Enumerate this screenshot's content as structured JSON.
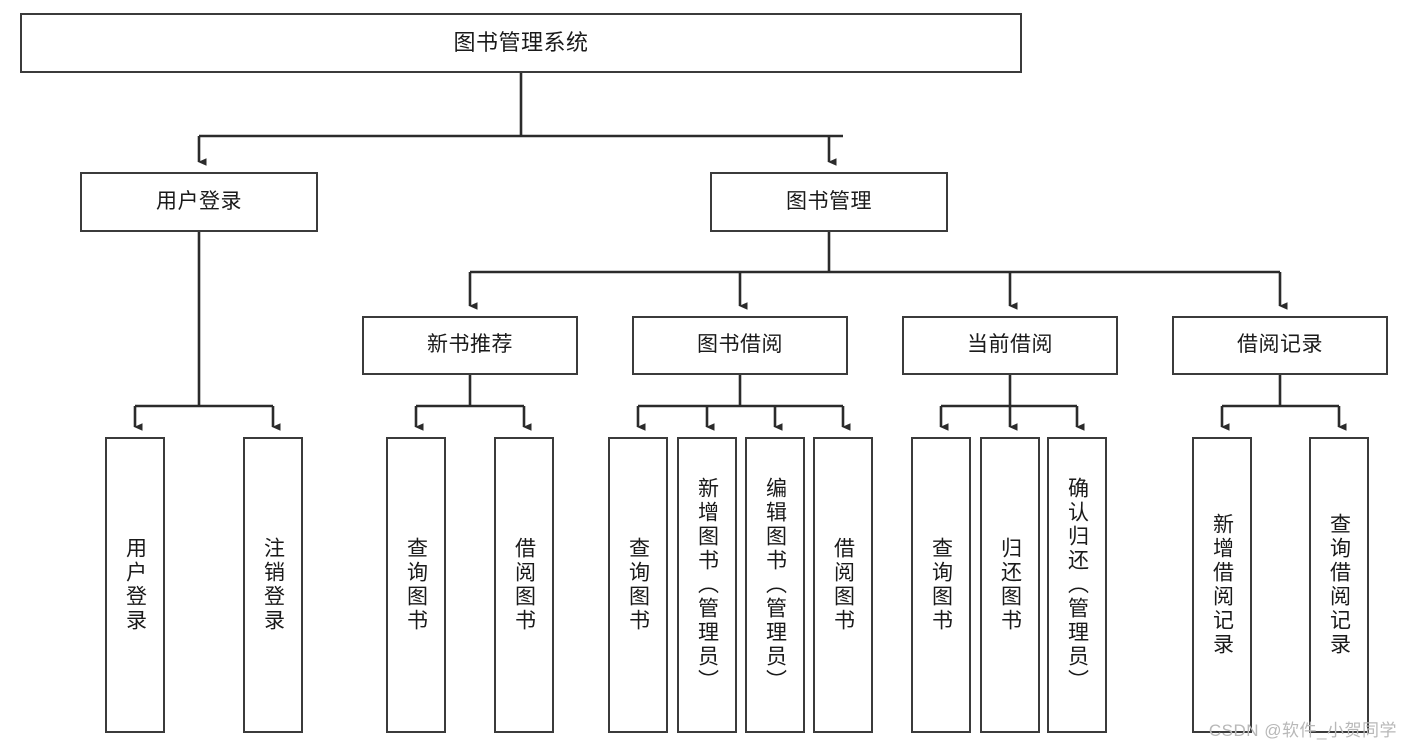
{
  "diagram": {
    "title": "图书管理系统",
    "type": "tree-hierarchy",
    "watermark": "CSDN @软件_小贺同学",
    "colors": {
      "box_border": "#3b3b3b",
      "box_fill": "#ffffff",
      "edge": "#2b2b2b",
      "text": "#1a1a1a",
      "watermark": "#b8b8b8"
    },
    "levels": {
      "root": {
        "label": "图书管理系统"
      },
      "level2": [
        {
          "id": "user-login",
          "label": "用户登录"
        },
        {
          "id": "book-manage",
          "label": "图书管理"
        }
      ],
      "level3": [
        {
          "id": "new-book-recommend",
          "label": "新书推荐"
        },
        {
          "id": "book-borrow",
          "label": "图书借阅"
        },
        {
          "id": "current-borrow",
          "label": "当前借阅"
        },
        {
          "id": "borrow-record",
          "label": "借阅记录"
        }
      ],
      "leaves": {
        "user-login": [
          {
            "id": "leaf-user-login",
            "label": "用户登录"
          },
          {
            "id": "leaf-logout-login",
            "label": "注销登录"
          }
        ],
        "new-book-recommend": [
          {
            "id": "leaf-query-book-1",
            "label": "查询图书"
          },
          {
            "id": "leaf-borrow-book-1",
            "label": "借阅图书"
          }
        ],
        "book-borrow": [
          {
            "id": "leaf-query-book-2",
            "label": "查询图书"
          },
          {
            "id": "leaf-add-book",
            "label": "新增图书（管理员）"
          },
          {
            "id": "leaf-edit-book",
            "label": "编辑图书（管理员）"
          },
          {
            "id": "leaf-borrow-book-2",
            "label": "借阅图书"
          }
        ],
        "current-borrow": [
          {
            "id": "leaf-query-book-3",
            "label": "查询图书"
          },
          {
            "id": "leaf-return-book",
            "label": "归还图书"
          },
          {
            "id": "leaf-confirm-return",
            "label": "确认归还（管理员）"
          }
        ],
        "borrow-record": [
          {
            "id": "leaf-add-record",
            "label": "新增借阅记录"
          },
          {
            "id": "leaf-query-record",
            "label": "查询借阅记录"
          }
        ]
      }
    }
  }
}
